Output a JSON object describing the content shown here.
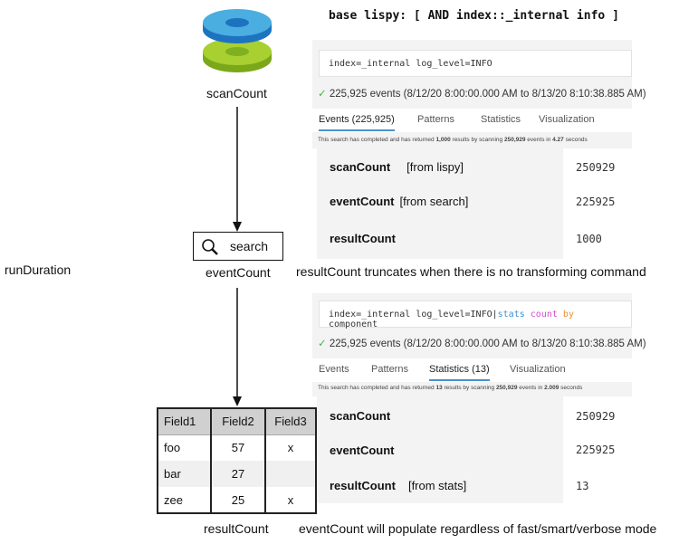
{
  "left": {
    "run_duration": "runDuration"
  },
  "flow": {
    "scan_label": "scanCount",
    "search_button": "search",
    "event_label": "eventCount",
    "result_label": "resultCount",
    "table": {
      "headers": [
        "Field1",
        "Field2",
        "Field3"
      ],
      "rows": [
        [
          "foo",
          "57",
          "x"
        ],
        [
          "bar",
          "27",
          ""
        ],
        [
          "zee",
          "25",
          "x"
        ]
      ]
    }
  },
  "top": {
    "lispy": "base lispy: [ AND index::_internal info ]",
    "query": "index=_internal log_level=INFO",
    "events_line": "225,925 events (8/12/20 8:00:00.000 AM to 8/13/20 8:10:38.885 AM)",
    "tabs": [
      "Events (225,925)",
      "Patterns",
      "Statistics",
      "Visualization"
    ],
    "status": {
      "a": "This search has completed and has returned ",
      "b": "1,000",
      "c": " results by scanning ",
      "d": "250,929",
      "e": " events in ",
      "f": "4.27",
      "g": " seconds"
    },
    "metrics": [
      {
        "name": "scanCount",
        "note": "[from lispy]",
        "value": "250929"
      },
      {
        "name": "eventCount",
        "note": "[from search]",
        "value": "225925"
      },
      {
        "name": "resultCount",
        "note": "",
        "value": "1000"
      }
    ],
    "note": "resultCount truncates when there is no transforming command"
  },
  "bottom": {
    "query_a": "index=_internal log_level=INFO|",
    "query_stats": "stats",
    "query_count": "count",
    "query_by": "by",
    "query_comp": "component",
    "events_line": "225,925 events (8/12/20 8:00:00.000 AM to 8/13/20 8:10:38.885 AM)",
    "tabs": [
      "Events",
      "Patterns",
      "Statistics (13)",
      "Visualization"
    ],
    "status": {
      "a": "This search has completed and has returned ",
      "b": "13",
      "c": " results by scanning ",
      "d": "250,929",
      "e": " events in ",
      "f": "2.009",
      "g": " seconds"
    },
    "metrics": [
      {
        "name": "scanCount",
        "note": "",
        "value": "250929"
      },
      {
        "name": "eventCount",
        "note": "",
        "value": "225925"
      },
      {
        "name": "resultCount",
        "note": "[from stats]",
        "value": "13"
      }
    ],
    "note": "eventCount will populate regardless of fast/smart/verbose mode"
  },
  "colors": {
    "stats": "#3f8fd6",
    "count": "#d04fd0",
    "by": "#e8912d",
    "tab_underline": "#4a90c8",
    "db_blue": "#3ba3d8",
    "db_green": "#9ccc2a"
  }
}
